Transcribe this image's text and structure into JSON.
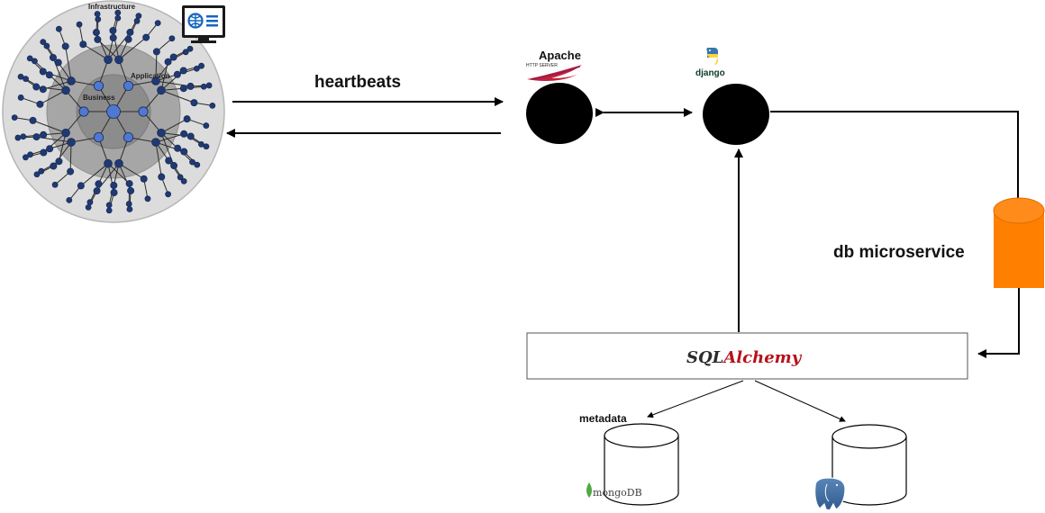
{
  "topology": {
    "rings": [
      "Infrastructure",
      "Application",
      "Business"
    ]
  },
  "edges": {
    "heartbeats_label": "heartbeats"
  },
  "apache": {
    "name": "Apache",
    "subtitle": "HTTP SERVER"
  },
  "django": {
    "name": "django"
  },
  "microservice": {
    "label": "db microservice"
  },
  "orm": {
    "name_part1": "SQL",
    "name_part2": "Alchemy"
  },
  "databases": {
    "metadata_label": "metadata",
    "mongo_logo_text": "mongoDB"
  },
  "colors": {
    "node_fill": "#000000",
    "cylinder_orange": "#ff7f00",
    "topology_outer": "#dcdcdc",
    "topology_mid": "#a6a6a6",
    "topology_inner": "#8c8c8c",
    "leaf_node": "#1f3a73",
    "inner_node": "#4f78d1",
    "sqlalchemy_sql": "#2b2b2b",
    "sqlalchemy_alchemy": "#b5121b"
  }
}
